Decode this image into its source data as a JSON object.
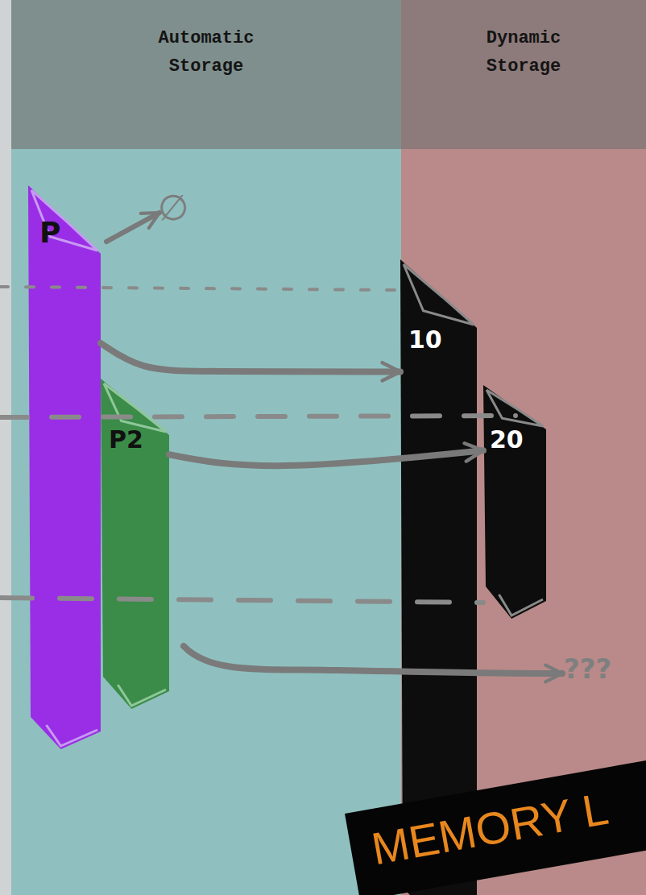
{
  "diagram": {
    "nodes": [
      {
        "text": [
          "Automatic Storage"
        ]
      },
      {
        "text": [
          "Dynamic Storage"
        ]
      },
      {
        "text": [
          "P"
        ]
      },
      {
        "text": [
          "P2"
        ]
      },
      {
        "text": [
          "10"
        ]
      },
      {
        "text": [
          "20"
        ]
      },
      {
        "text": [
          "MEMORY L"
        ]
      }
    ],
    "edges": [
      {
        "from": 2,
        "to": 4,
        "arrow": "to"
      },
      {
        "from": 3,
        "to": 5,
        "arrow": "to"
      }
    ],
    "labels": [
      "∅",
      "???"
    ]
  }
}
